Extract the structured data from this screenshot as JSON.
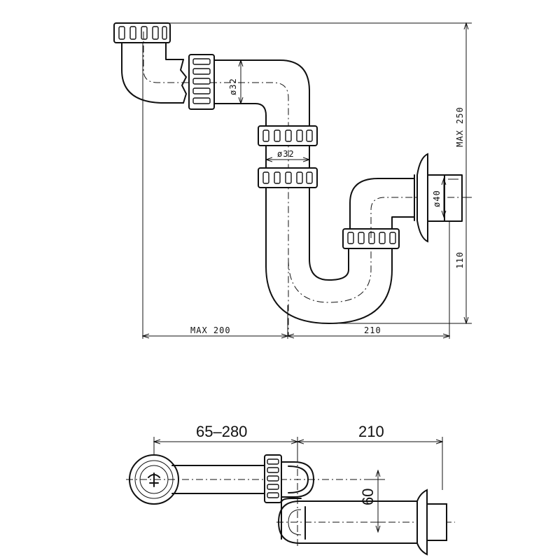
{
  "drawing": {
    "side_view": {
      "dim_width_left": "MAX 200",
      "dim_width_right": "210",
      "dim_height_total": "MAX 250",
      "dim_height_outlet": "110",
      "dim_inlet_diameter": "ø32",
      "dim_mid_diameter": "ø32",
      "dim_outlet_diameter": "ø40"
    },
    "top_view": {
      "dim_reach": "65–280",
      "dim_outlet_run": "210",
      "dim_offset": "60"
    }
  }
}
